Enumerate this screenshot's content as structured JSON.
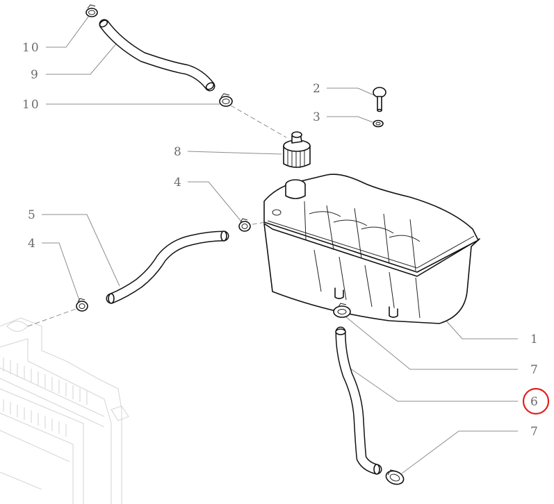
{
  "callouts": [
    {
      "id": "c-10a",
      "label": "10"
    },
    {
      "id": "c-9",
      "label": "9"
    },
    {
      "id": "c-10b",
      "label": "10"
    },
    {
      "id": "c-2",
      "label": "2"
    },
    {
      "id": "c-3",
      "label": "3"
    },
    {
      "id": "c-8",
      "label": "8"
    },
    {
      "id": "c-4a",
      "label": "4"
    },
    {
      "id": "c-5",
      "label": "5"
    },
    {
      "id": "c-4b",
      "label": "4"
    },
    {
      "id": "c-1",
      "label": "1"
    },
    {
      "id": "c-7a",
      "label": "7"
    },
    {
      "id": "c-6",
      "label": "6"
    },
    {
      "id": "c-7b",
      "label": "7"
    }
  ],
  "highlight": {
    "callout": "6",
    "color": "#e0201b"
  },
  "colors": {
    "line": "#111111",
    "leader": "#8c8c8c",
    "label": "#6a6a6a",
    "ghost": "#d7d7d7"
  }
}
